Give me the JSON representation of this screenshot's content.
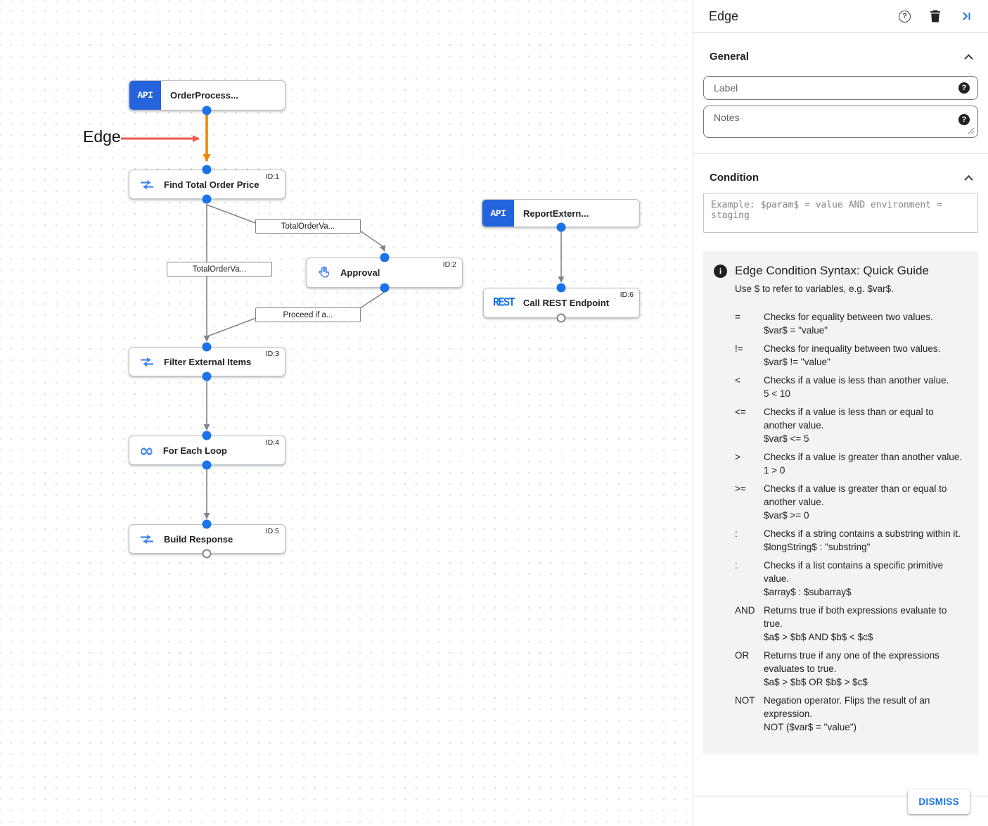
{
  "canvas": {
    "annotation_label": "Edge",
    "nodes": {
      "order_process": {
        "badge": "API",
        "label": "OrderProcess..."
      },
      "find_total": {
        "label": "Find Total Order Price",
        "id": "ID:1"
      },
      "approval": {
        "label": "Approval",
        "id": "ID:2"
      },
      "report_extern": {
        "badge": "API",
        "label": "ReportExtern..."
      },
      "call_rest": {
        "badge": "REST",
        "label": "Call REST Endpoint",
        "id": "ID:6"
      },
      "filter_items": {
        "label": "Filter External Items",
        "id": "ID:3"
      },
      "for_each": {
        "label": "For Each Loop",
        "id": "ID:4",
        "loop_glyph": "∞"
      },
      "build_response": {
        "label": "Build Response",
        "id": "ID:5"
      }
    },
    "edge_labels": {
      "to_approval": "TotalOrderVa...",
      "to_filter": "TotalOrderVa...",
      "from_approval": "Proceed if a..."
    }
  },
  "panel": {
    "title": "Edge",
    "general": {
      "heading": "General",
      "label_placeholder": "Label",
      "notes_placeholder": "Notes"
    },
    "condition": {
      "heading": "Condition",
      "placeholder": "Example: $param$ = value AND environment = staging"
    },
    "guide": {
      "title": "Edge Condition Syntax: Quick Guide",
      "intro": "Use $ to refer to variables, e.g. $var$.",
      "rows": [
        {
          "op": "=",
          "desc": "Checks for equality between two values.",
          "example": "$var$ = \"value\""
        },
        {
          "op": "!=",
          "desc": "Checks for inequality between two values.",
          "example": "$var$ != \"value\""
        },
        {
          "op": "<",
          "desc": "Checks if a value is less than another value.",
          "example": "5 < 10"
        },
        {
          "op": "<=",
          "desc": "Checks if a value is less than or equal to another value.",
          "example": "$var$ <= 5"
        },
        {
          "op": ">",
          "desc": "Checks if a value is greater than another value.",
          "example": "1 > 0"
        },
        {
          "op": ">=",
          "desc": "Checks if a value is greater than or equal to another value.",
          "example": "$var$ >= 0"
        },
        {
          "op": ":",
          "desc": "Checks if a string contains a substring within it.",
          "example": "$longString$ : \"substring\""
        },
        {
          "op": ":",
          "desc": "Checks if a list contains a specific primitive value.",
          "example": "$array$ : $subarray$"
        },
        {
          "op": "AND",
          "desc": "Returns true if both expressions evaluate to true.",
          "example": "$a$ > $b$ AND $b$ < $c$"
        },
        {
          "op": "OR",
          "desc": "Returns true if any one of the expressions evaluates to true.",
          "example": "$a$ > $b$ OR $b$ > $c$"
        },
        {
          "op": "NOT",
          "desc": "Negation operator. Flips the result of an expression.",
          "example": "NOT ($var$ = \"value\")"
        }
      ]
    },
    "dismiss_label": "DISMISS"
  },
  "colors": {
    "accent_blue": "#1A73E8",
    "icon_blue": "#4285F4",
    "badge_blue": "#2563DC",
    "edge_orange": "#EA8600",
    "annotation_red": "#F25A4D",
    "edge_gray": "#80868B"
  }
}
